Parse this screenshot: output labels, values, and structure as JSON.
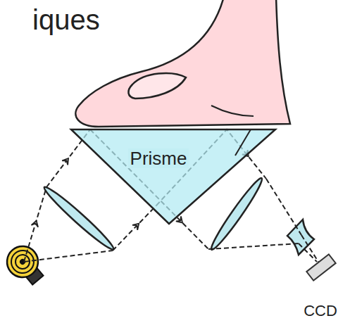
{
  "diagram": {
    "title": "iques",
    "nodes": [
      {
        "text": [
          "Prisme"
        ]
      },
      {
        "text": [
          "CCD"
        ]
      }
    ]
  }
}
